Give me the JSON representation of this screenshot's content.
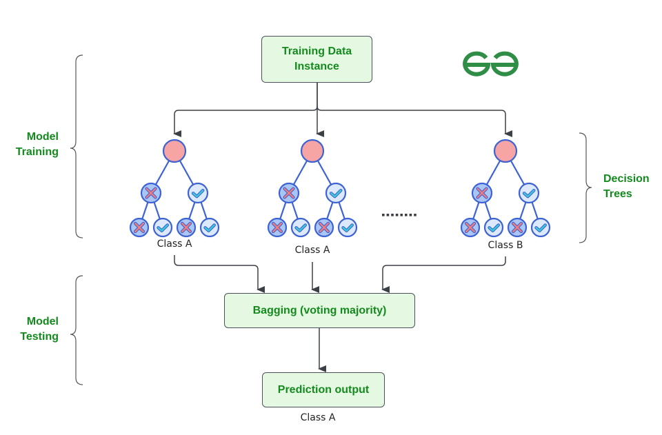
{
  "boxes": {
    "training_data": "Training Data\nInstance",
    "training_data_line1": "Training Data",
    "training_data_line2": "Instance",
    "bagging": "Bagging (voting majority)",
    "prediction": "Prediction output"
  },
  "side_labels": {
    "model_training_line1": "Model",
    "model_training_line2": "Training",
    "model_testing_line1": "Model",
    "model_testing_line2": "Testing",
    "decision_trees_line1": "Decision",
    "decision_trees_line2": "Trees"
  },
  "trees": [
    {
      "class_label": "Class A",
      "level1": [
        "cross",
        "check"
      ],
      "level2": [
        "cross",
        "check",
        "cross",
        "check"
      ]
    },
    {
      "class_label": "Class A",
      "level1": [
        "cross",
        "check"
      ],
      "level2": [
        "cross",
        "check",
        "cross",
        "check"
      ]
    },
    {
      "class_label": "Class B",
      "level1": [
        "cross",
        "check"
      ],
      "level2": [
        "cross",
        "check",
        "cross",
        "check"
      ]
    }
  ],
  "ellipsis": "........",
  "prediction_class": "Class A",
  "logo": "gfg-logo",
  "colors": {
    "box_fill": "#e5f9e2",
    "text_green": "#138a1d",
    "root_node": "#f6a4a4",
    "node_stroke": "#3d62d4",
    "cross_node_fill": "#a9c6f7",
    "check_node_fill": "#dce8fb",
    "cross_mark": "#f07c7c",
    "check_mark": "#3fc7d4",
    "arrow": "#3b3f46"
  }
}
